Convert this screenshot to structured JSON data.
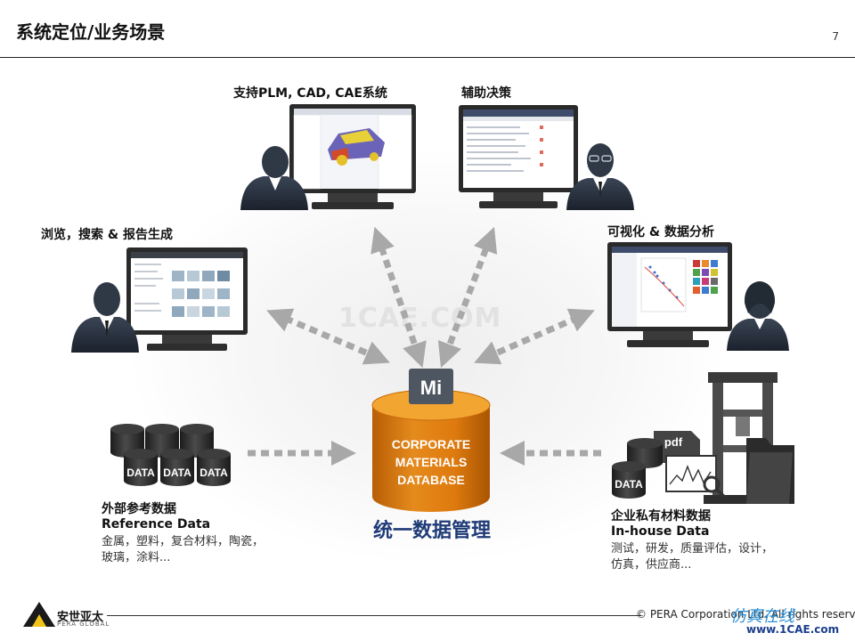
{
  "header": {
    "title": "系统定位/业务场景",
    "page_number": "7"
  },
  "labels": {
    "plm": "支持PLM, CAD, CAE系统",
    "decision": "辅助决策",
    "browse": "浏览，搜索 & 报告生成",
    "visual": "可视化 & 数据分析"
  },
  "hub": {
    "logo": "Mi",
    "db_lines": [
      "CORPORATE",
      "MATERIALS",
      "DATABASE"
    ],
    "caption": "统一数据管理"
  },
  "reference": {
    "title_cn": "外部参考数据",
    "title_en": "Reference Data",
    "desc_line1": "金属，塑料，复合材料，陶瓷，",
    "desc_line2": "玻璃，涂料...",
    "cylinder_label": "DATA"
  },
  "inhouse": {
    "title_cn": "企业私有材料数据",
    "title_en": "In-house Data",
    "desc_line1": "测试，研发，质量评估，设计，",
    "desc_line2": "仿真，供应商...",
    "cylinder_label": "DATA",
    "doc_label": "pdf"
  },
  "watermark": "1CAE.COM",
  "footer": {
    "logo_text": "安世亚太",
    "logo_sub": "PERA GLOBAL",
    "copyright": "© PERA Corporation Ltd. All rights reserved",
    "site_logo": "仿真在线",
    "site_url": "www.1CAE.com"
  },
  "colors": {
    "db_orange": "#e07b10",
    "db_top": "#f3a531",
    "hub_text": "#1f3b78",
    "arrow_gray": "#a8a8a8"
  }
}
